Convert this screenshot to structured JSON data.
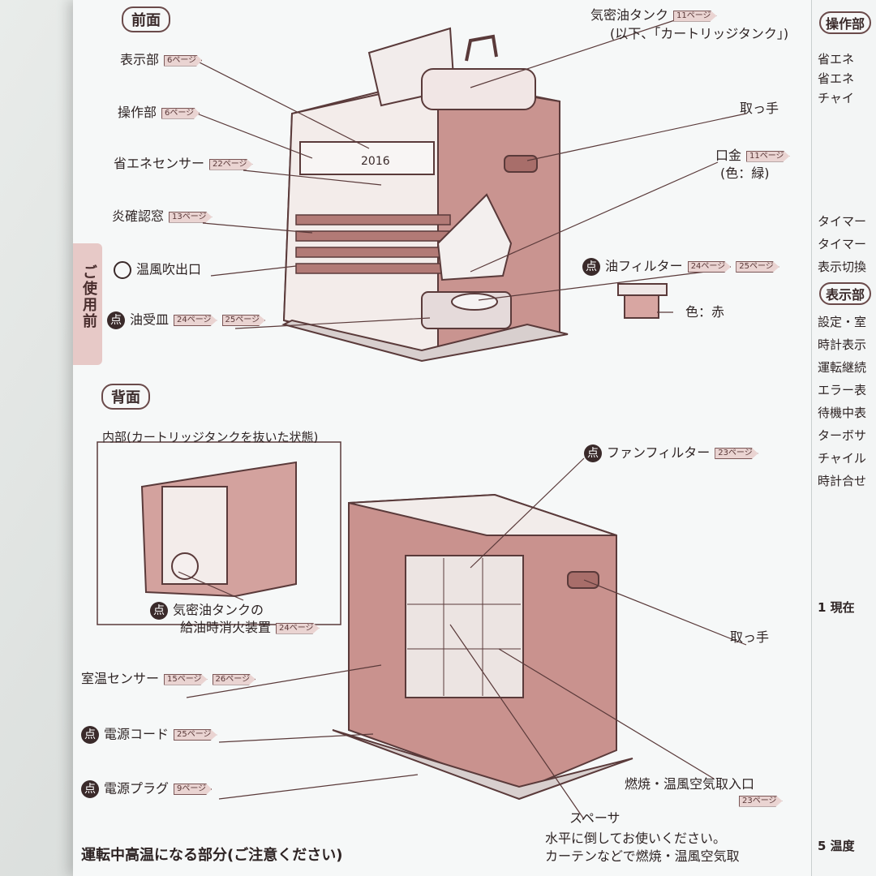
{
  "labels": {
    "front_section": "前面",
    "back_section": "背面",
    "side_tab": "ご使用前",
    "tank_label": "気密油タンク",
    "tank_note": "(以下、「カートリッジタンク」)",
    "handle_top": "取っ手",
    "nozzle": "口金",
    "nozzle_color": "(色：緑)",
    "display": "表示部",
    "controls": "操作部",
    "eco_sensor": "省エネセンサー",
    "flame_window": "炎確認窓",
    "warm_outlet": "温風吹出口",
    "oil_tray": "油受皿",
    "oil_filter": "油フィルター",
    "oil_filter_color": "色：赤",
    "inner": "内部(カートリッジタンクを抜いた状態)",
    "fan_filter": "ファンフィルター",
    "tank_shutoff_1": "気密油タンクの",
    "tank_shutoff_2": "給油時消火装置",
    "handle_back": "取っ手",
    "room_sensor": "室温センサー",
    "power_cord": "電源コード",
    "power_plug": "電源プラグ",
    "intake": "燃焼・温風空気取入口",
    "spacer": "スペーサ",
    "spacer_note_1": "水平に倒してお使いください。",
    "spacer_note_2": "カーテンなどで燃焼・温風空気取",
    "hot_parts": "運転中高温になる部分(ご注意ください)",
    "ten": "点"
  },
  "pages": {
    "display": "6ページ",
    "controls": "6ページ",
    "eco_sensor": "22ページ",
    "flame_window": "13ページ",
    "oil_tray_a": "24ページ",
    "oil_tray_b": "25ページ",
    "tank": "11ページ",
    "nozzle": "11ページ",
    "oil_filter_a": "24ページ",
    "oil_filter_b": "25ページ",
    "fan_filter": "23ページ",
    "tank_shutoff": "24ページ",
    "room_sensor_a": "15ページ",
    "room_sensor_b": "26ページ",
    "power_cord": "25ページ",
    "power_plug": "9ページ",
    "intake": "23ページ"
  },
  "display_panel": {
    "clock": "2016"
  },
  "right_column": {
    "heading": "操作部",
    "items": [
      "省エネ",
      "省エネ",
      "チャイ",
      "タイマー",
      "タイマー",
      "表示切換"
    ],
    "heading2": "表示部",
    "items2": [
      "設定・室",
      "時計表示",
      "運転継続",
      "エラー表",
      "待機中表",
      "ターボサ",
      "チャイル",
      "時計合せ"
    ],
    "step": "1 現在",
    "step5": "5 温度"
  },
  "colors": {
    "accent": "#b98b87",
    "outline": "#5a3a3a",
    "tab": "#e7c9c7"
  }
}
